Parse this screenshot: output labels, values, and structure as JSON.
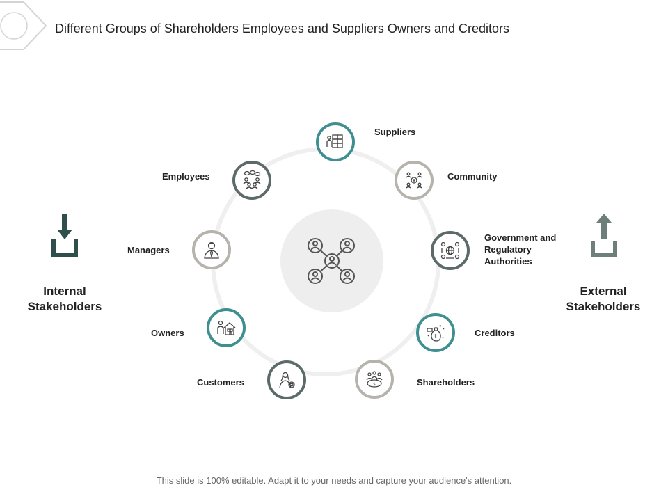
{
  "title": "Different Groups of Shareholders Employees and Suppliers Owners and Creditors",
  "internal": {
    "label": "Internal Stakeholders",
    "icon": "download-arrow-icon"
  },
  "external": {
    "label": "External Stakeholders",
    "icon": "upload-arrow-icon"
  },
  "center": {
    "icon": "network-people-icon"
  },
  "nodes": {
    "suppliers": {
      "label": "Suppliers",
      "icon": "supplier-boxes-icon"
    },
    "community": {
      "label": "Community",
      "icon": "community-icon"
    },
    "government": {
      "label": "Government and Regulatory Authorities",
      "icon": "globe-network-icon"
    },
    "creditors": {
      "label": "Creditors",
      "icon": "money-bag-icon"
    },
    "shareholders": {
      "label": "Shareholders",
      "icon": "shareholders-table-icon"
    },
    "customers": {
      "label": "Customers",
      "icon": "customer-icon"
    },
    "owners": {
      "label": "Owners",
      "icon": "owner-house-icon"
    },
    "managers": {
      "label": "Managers",
      "icon": "manager-icon"
    },
    "employees": {
      "label": "Employees",
      "icon": "employees-chat-icon"
    }
  },
  "colors": {
    "teal": "#3f8f90",
    "slate": "#5c6b69",
    "grey": "#b5b3ab",
    "arrow_dark": "#2f4f4c",
    "arrow_light": "#6e7e7a"
  },
  "footer": "This slide is 100% editable. Adapt it to your needs and capture your audience's attention."
}
